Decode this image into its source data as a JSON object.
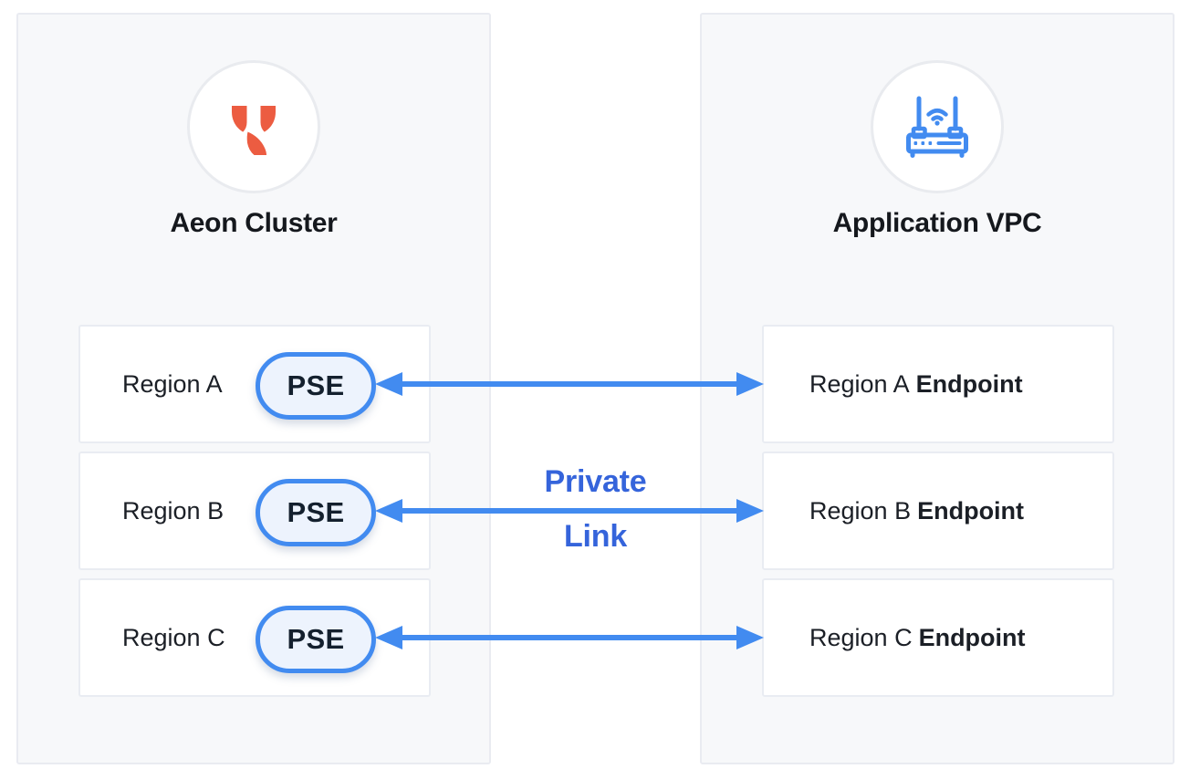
{
  "left_panel": {
    "title": "Aeon Cluster",
    "icon": "aeon-logo-icon",
    "rows": [
      {
        "region": "Region A",
        "badge": "PSE"
      },
      {
        "region": "Region B",
        "badge": "PSE"
      },
      {
        "region": "Region C",
        "badge": "PSE"
      }
    ]
  },
  "right_panel": {
    "title": "Application VPC",
    "icon": "router-icon",
    "rows": [
      {
        "region": "Region A",
        "suffix": "Endpoint"
      },
      {
        "region": "Region B",
        "suffix": "Endpoint"
      },
      {
        "region": "Region C",
        "suffix": "Endpoint"
      }
    ]
  },
  "connection": {
    "type": "bidirectional-arrow",
    "count": 3,
    "label_line1": "Private",
    "label_line2": "Link"
  },
  "colors": {
    "accent_blue": "#428BF0",
    "link_label_blue": "#3564DB",
    "logo_orange": "#EC5C41",
    "panel_background": "#F7F8FA",
    "panel_border": "#E9EBF1",
    "pill_fill": "#EDF3FD",
    "text_dark": "#1A1E24"
  }
}
